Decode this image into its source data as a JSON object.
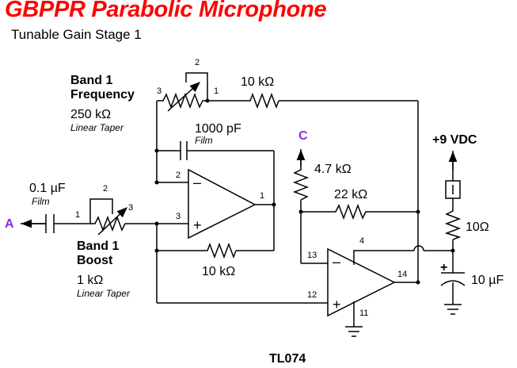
{
  "header": {
    "title": "GBPPR Parabolic Microphone",
    "subtitle": "Tunable Gain Stage 1",
    "title_color": "#ff0000"
  },
  "accent_color": "#8a2be2",
  "nodes": {
    "a": "A",
    "c": "C"
  },
  "capacitor_input": {
    "value": "0.1 µF",
    "type": "Film"
  },
  "pot_boost": {
    "name_line1": "Band 1",
    "name_line2": "Boost",
    "value": "1 kΩ",
    "taper": "Linear Taper",
    "pin1": "1",
    "pin2": "2",
    "pin3": "3"
  },
  "pot_frequency": {
    "name_line1": "Band 1",
    "name_line2": "Frequency",
    "value": "250 kΩ",
    "taper": "Linear Taper",
    "pin1": "1",
    "pin2": "2",
    "pin3": "3"
  },
  "resistor_top": {
    "value": "10 kΩ"
  },
  "capacitor_feedback": {
    "value": "1000 pF",
    "type": "Film"
  },
  "opamp1": {
    "pin_inv": "2",
    "pin_noninv": "3",
    "pin_out": "1",
    "minus": "–",
    "plus": "+"
  },
  "resistor_mid": {
    "value": "10 kΩ"
  },
  "resistor_pullup": {
    "value": "4.7 kΩ"
  },
  "resistor_feedback2": {
    "value": "22 kΩ"
  },
  "opamp2": {
    "pin_inv": "13",
    "pin_noninv": "12",
    "pin_out": "14",
    "pin_vplus": "4",
    "pin_gnd": "11",
    "minus": "–",
    "plus": "+"
  },
  "supply": {
    "voltage": "+9 VDC",
    "resistor": "10Ω",
    "capacitor": "10 µF",
    "polarity": "+"
  },
  "chip": {
    "part": "TL074"
  }
}
